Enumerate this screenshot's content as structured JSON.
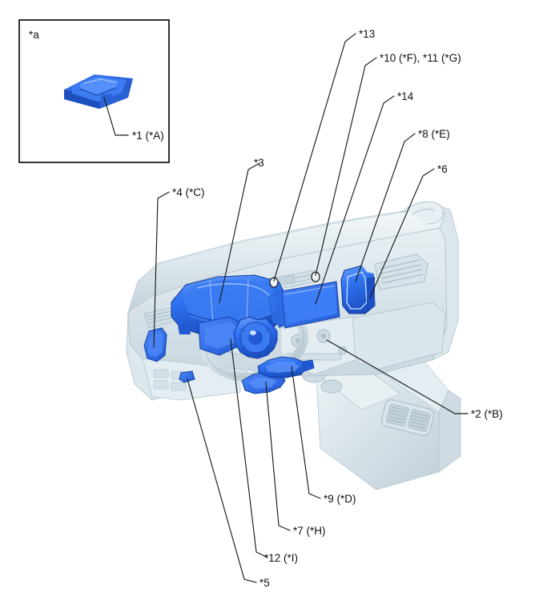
{
  "figure": {
    "type": "automotive-component-location-diagram",
    "background_color": "#ffffff",
    "line_color": "#1a1a1a",
    "highlight_color": "#2a6ff5",
    "highlight_color_dark": "#1b4fc2",
    "highlight_color_light": "#5b92fa",
    "body_color_light": "#eef3f6",
    "body_color_mid": "#d3dfe5",
    "body_color_dark": "#b4c6cf"
  },
  "inset": {
    "label": "*a",
    "callout": {
      "id": "1",
      "label": "*1 (*A)"
    }
  },
  "callouts": [
    {
      "id": "3",
      "label": "*3"
    },
    {
      "id": "4",
      "label": "*4 (*C)"
    },
    {
      "id": "13",
      "label": "*13"
    },
    {
      "id": "10",
      "label": "*10 (*F), *11 (*G)"
    },
    {
      "id": "14",
      "label": "*14"
    },
    {
      "id": "8",
      "label": "*8 (*E)"
    },
    {
      "id": "6",
      "label": "*6"
    },
    {
      "id": "2",
      "label": "*2 (*B)"
    },
    {
      "id": "9",
      "label": "*9 (*D)"
    },
    {
      "id": "7",
      "label": "*7 (*H)"
    },
    {
      "id": "12",
      "label": "*12 (*I)"
    },
    {
      "id": "5",
      "label": "*5"
    }
  ]
}
